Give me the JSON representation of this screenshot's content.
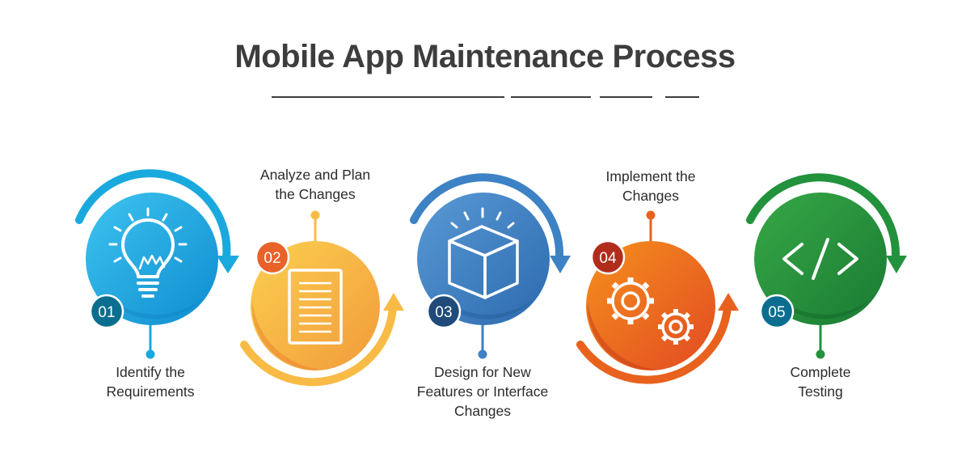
{
  "title": "Mobile App Maintenance Process",
  "colors": {
    "step1": "#1aa9dd",
    "step2": "#f8bb45",
    "step3": "#3d82c4",
    "step4": "#e8621e",
    "step5": "#22923c",
    "text": "#2b2b2b",
    "title": "#3d3d3d"
  },
  "steps": [
    {
      "number": "01",
      "label_lines": [
        "Identify the",
        "Requirements"
      ],
      "icon": "lightbulb-icon"
    },
    {
      "number": "02",
      "label_lines": [
        "Analyze and Plan",
        "the Changes"
      ],
      "icon": "document-icon"
    },
    {
      "number": "03",
      "label_lines": [
        "Design for New",
        "Features or Interface",
        "Changes"
      ],
      "icon": "cube-icon"
    },
    {
      "number": "04",
      "label_lines": [
        "Implement the",
        "Changes"
      ],
      "icon": "gears-icon"
    },
    {
      "number": "05",
      "label_lines": [
        "Complete",
        "Testing"
      ],
      "icon": "code-icon"
    }
  ]
}
